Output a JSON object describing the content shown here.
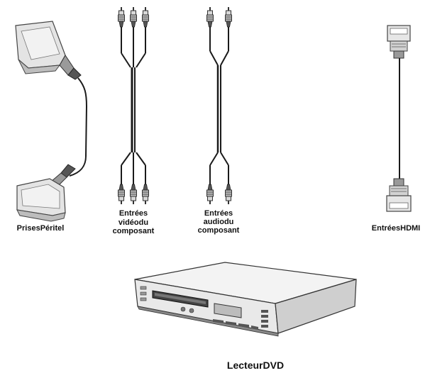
{
  "labels": {
    "scart": "PrisesPéritel",
    "video_line1": "Entrées",
    "video_line2": "vidéodu",
    "video_line3": "composant",
    "audio_line1": "Entrées",
    "audio_line2": "audiodu",
    "audio_line3": "composant",
    "hdmi": "EntréesHDMI",
    "dvd": "LecteurDVD"
  },
  "colors": {
    "line": "#1a1a1a",
    "plug_fill": "#e0e0e0",
    "plug_dark": "#8a8a8a",
    "background": "#ffffff"
  }
}
